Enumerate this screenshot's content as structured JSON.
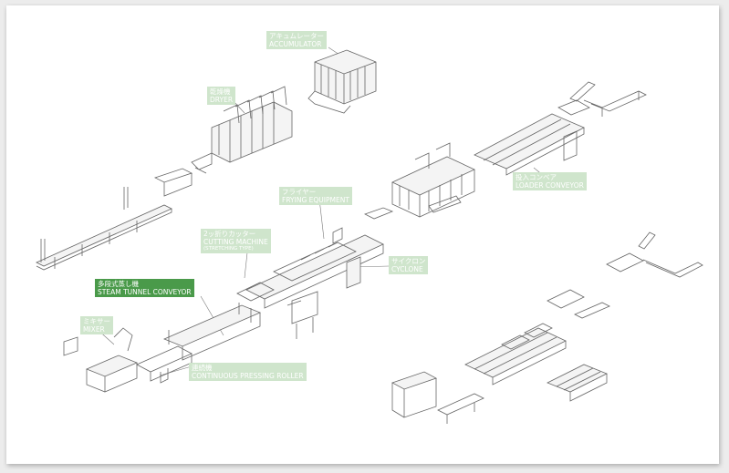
{
  "colors": {
    "label_bg": "#cfe5cc",
    "highlight_bg": "#4a9a4a",
    "line": "#666666"
  },
  "labels": {
    "accumulator": {
      "jp": "アキュムレーター",
      "en": "ACCUMULATOR"
    },
    "dryer": {
      "jp": "乾燥機",
      "en": "DRYER"
    },
    "frying": {
      "jp": "フライヤー",
      "en": "FRYING EQUIPMENT"
    },
    "loader": {
      "jp": "投入コンベア",
      "en": "LOADER CONVEYOR"
    },
    "cutting": {
      "jp": "2ッ折りカッター",
      "en": "CUTTING MACHINE",
      "sub": "(STRETCHING TYPE)"
    },
    "cyclone": {
      "jp": "サイクロン",
      "en": "CYCLONE"
    },
    "steam": {
      "jp": "多段式蒸し機",
      "en": "STEAM TUNNEL CONVEYOR"
    },
    "mixer": {
      "jp": "ミキサー",
      "en": "MIXER"
    },
    "pressing": {
      "jp": "連続機",
      "en": "CONTINUOUS PRESSING ROLLER"
    }
  }
}
